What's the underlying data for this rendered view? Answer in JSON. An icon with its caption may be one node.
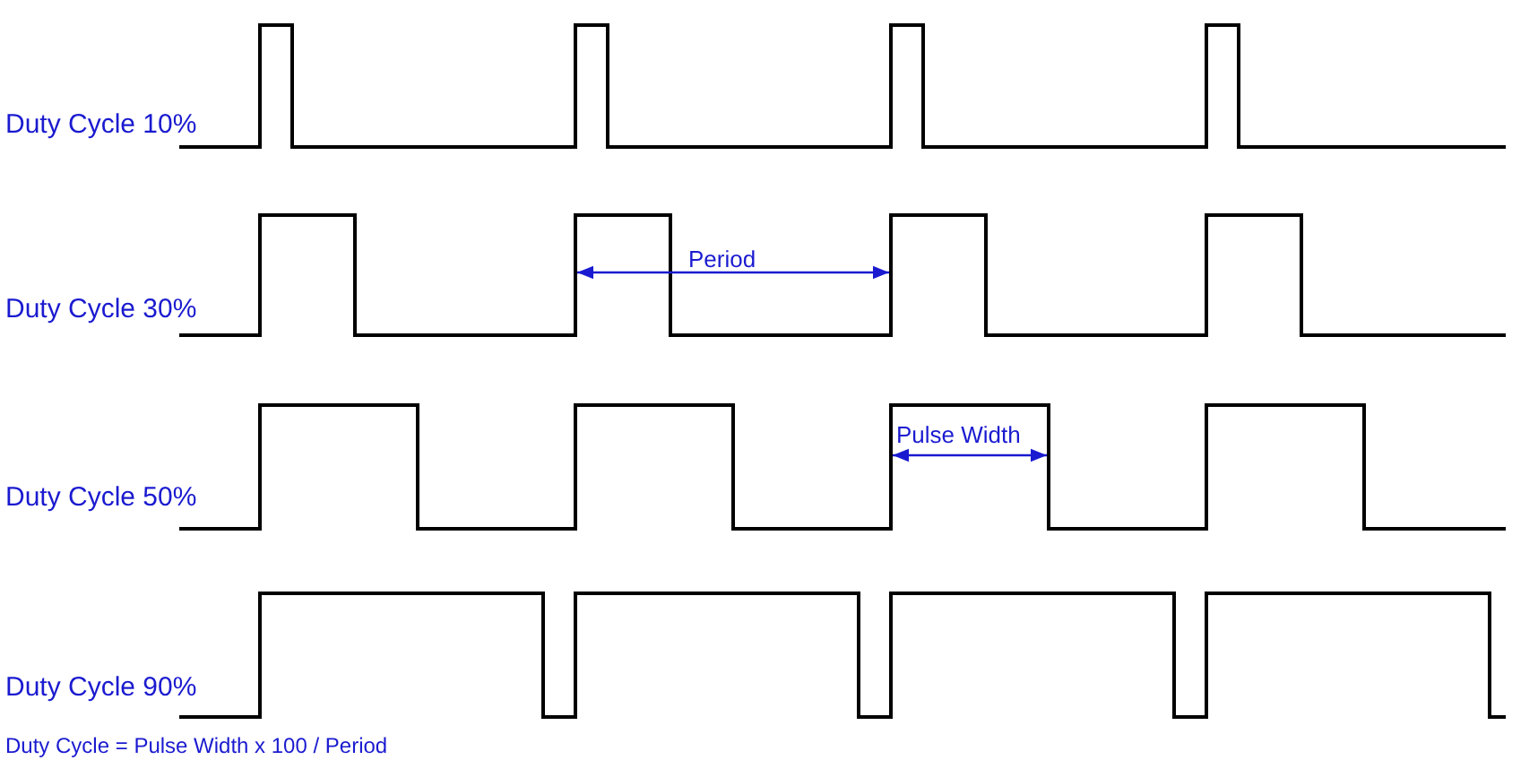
{
  "diagram": {
    "caption": "Duty Cycle = Pulse Width x 100 / Period",
    "labels": [
      "Duty Cycle 10%",
      "Period",
      "Duty Cycle 30%",
      "Pulse Width",
      "Duty Cycle 50%",
      "Duty Cycle 90%"
    ]
  }
}
